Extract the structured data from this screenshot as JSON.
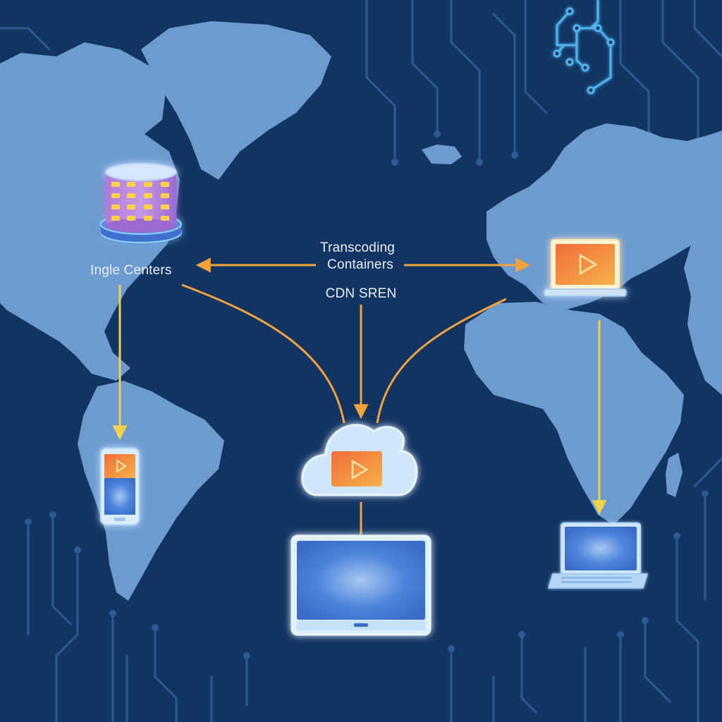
{
  "labels": {
    "ingest": "Ingle Centers",
    "transcoding_line1": "Transcoding",
    "transcoding_line2": "Containers",
    "cdn": "CDN SREN"
  },
  "colors": {
    "background": "#123462",
    "land": "#6d9bd0",
    "circuit": "#2a5a93",
    "arrow_orange": "#f3a23c",
    "arrow_yellow": "#f0d24c",
    "glow_blue": "#8fd2ff",
    "screen_blue": "#3f77d8",
    "video_tile": "#f28a3a"
  },
  "icons": [
    "database-server-icon",
    "laptop-play-icon",
    "cloud-play-icon",
    "smartphone-play-icon",
    "monitor-icon",
    "laptop-icon",
    "network-tree-icon"
  ]
}
